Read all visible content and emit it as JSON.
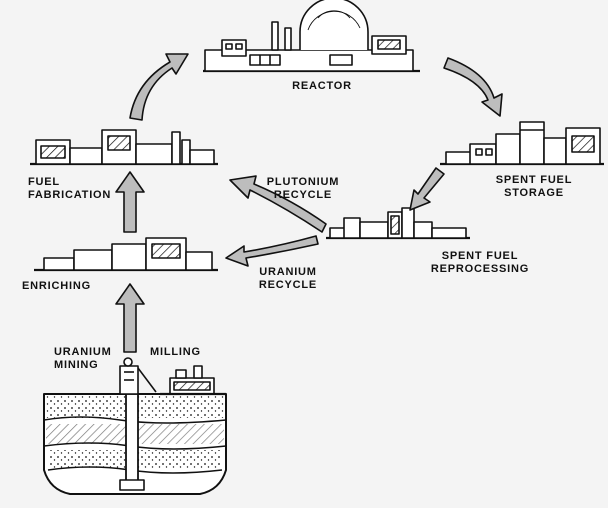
{
  "stages": {
    "reactor": [
      "REACTOR"
    ],
    "spent_fuel_storage": [
      "SPENT FUEL",
      "STORAGE"
    ],
    "spent_fuel_reprocessing": [
      "SPENT FUEL",
      "REPROCESSING"
    ],
    "plutonium_recycle": [
      "PLUTONIUM",
      "RECYCLE"
    ],
    "uranium_recycle": [
      "URANIUM",
      "RECYCLE"
    ],
    "fuel_fabrication": [
      "FUEL",
      "FABRICATION"
    ],
    "enriching": [
      "ENRICHING"
    ],
    "uranium_mining": [
      "URANIUM",
      "MINING"
    ],
    "milling": [
      "MILLING"
    ]
  },
  "colors": {
    "ink": "#111111",
    "background": "#f4f4f4",
    "arrow_fill": "#bdbdbd"
  },
  "icons": [
    "reactor-plant-icon",
    "storage-plant-icon",
    "reprocessing-plant-icon",
    "fabrication-plant-icon",
    "enrichment-plant-icon",
    "mine-headframe-icon",
    "mill-icon",
    "ground-strata-icon",
    "flow-arrow-icon"
  ]
}
